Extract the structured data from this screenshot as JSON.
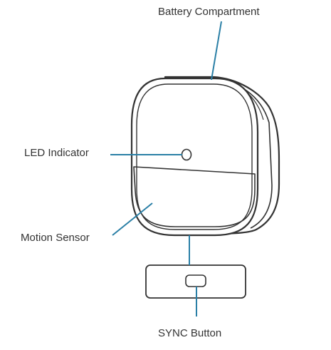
{
  "labels": {
    "battery_compartment": "Battery Compartment",
    "led_indicator": "LED Indicator",
    "motion_sensor": "Motion Sensor",
    "sync_button": "SYNC Button"
  },
  "colors": {
    "outline": "#333333",
    "leader_line": "#2a7fa6",
    "text": "#333333"
  }
}
